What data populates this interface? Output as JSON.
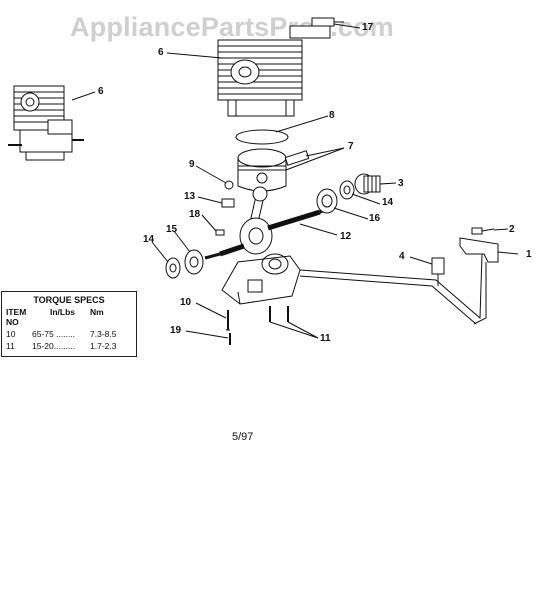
{
  "watermark": "AppliancePartsPros.com",
  "callouts": {
    "c1": "1",
    "c2": "2",
    "c3": "3",
    "c4": "4",
    "c6a": "6",
    "c6b": "6",
    "c8": "8",
    "c7": "7",
    "c9": "9",
    "c10": "10",
    "c11": "11",
    "c12": "12",
    "c13": "13",
    "c14a": "14",
    "c14b": "14",
    "c15": "15",
    "c16": "16",
    "c17": "17",
    "c18": "18",
    "c19": "19"
  },
  "torque_specs": {
    "title": "TORQUE SPECS",
    "headers": [
      "ITEM",
      "In/Lbs",
      "Nm"
    ],
    "header_sub": "NO",
    "rows": [
      {
        "item": "10",
        "inlbs": "65-75 ........",
        "nm": "7.3-8.5"
      },
      {
        "item": "11",
        "inlbs": "15-20.........",
        "nm": "1.7-2.3"
      }
    ]
  },
  "date_code": "5/97"
}
